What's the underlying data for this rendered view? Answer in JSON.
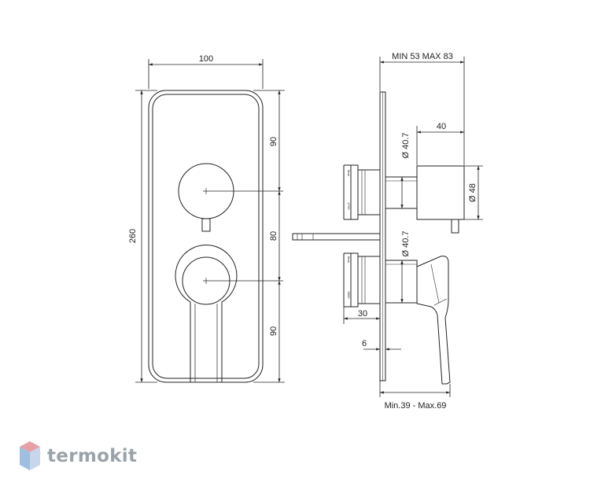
{
  "front_view": {
    "width_label": "100",
    "height_label": "260",
    "upper_segment_label": "90",
    "middle_segment_label": "80",
    "lower_segment_label": "90"
  },
  "side_view": {
    "depth_label": "MIN 53 MAX 83",
    "cap_length_label": "40",
    "upper_diameter_label": "Ø 40.7",
    "cap_diameter_label": "Ø 48",
    "lower_diameter_label": "Ø 40.7",
    "body_depth_label": "30",
    "plate_thickness_label": "6",
    "lever_depth_label": "Min.39 - Max.69",
    "upper_cartridge_text": "4793",
    "upper_cartridge_brand": "fima",
    "lower_cartridge_text": "6600",
    "lower_cartridge_brand": "fima"
  },
  "watermark": {
    "brand": "termokit",
    "colors": {
      "top": "#e8a0a8",
      "left": "#9fbfe0",
      "right": "#c7d6ea"
    }
  }
}
